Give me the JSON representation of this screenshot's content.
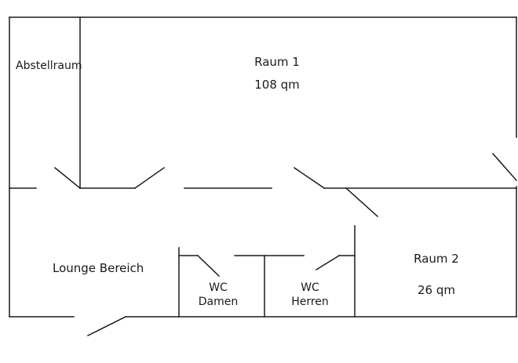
{
  "rooms": {
    "storage": {
      "name": "Abstellraum"
    },
    "room1": {
      "name": "Raum 1",
      "area": "108 qm"
    },
    "room2": {
      "name": "Raum 2",
      "area": "26 qm"
    },
    "lounge": {
      "name": "Lounge Bereich"
    },
    "wc_women": {
      "line1": "WC",
      "line2": "Damen"
    },
    "wc_men": {
      "line1": "WC",
      "line2": "Herren"
    }
  }
}
